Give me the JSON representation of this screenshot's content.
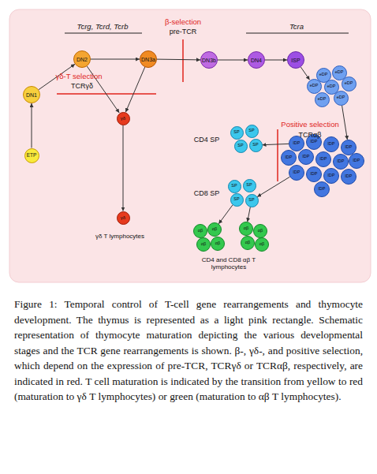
{
  "diagram": {
    "caption": "Figure 1: Temporal control of T-cell gene rearrangements and thymocyte development. The thymus is represented as a light pink rectangle. Schematic representation of thymocyte maturation depicting the various developmental stages and the TCR gene rearrangements is shown. β-, γδ-, and positive selection, which depend on the expression of pre-TCR, TCRγδ or TCRαβ, respectively, are indicated in red. T cell maturation is indicated by the transition from yellow to red (maturation to γδ T lymphocytes) or green (maturation to αβ T lymphocytes).",
    "nodes": [
      {
        "text": [
          "ETP"
        ]
      },
      {
        "text": [
          "DN1"
        ]
      },
      {
        "text": [
          "DN2"
        ]
      },
      {
        "text": [
          "DN3a"
        ]
      },
      {
        "text": [
          "DN3b"
        ]
      },
      {
        "text": [
          "DN4"
        ]
      },
      {
        "text": [
          "ISP"
        ]
      },
      {
        "text": [
          "γδ"
        ]
      },
      {
        "text": [
          "eDP"
        ]
      },
      {
        "text": [
          "eDP"
        ]
      },
      {
        "text": [
          "eDP"
        ]
      },
      {
        "text": [
          "eDP"
        ]
      },
      {
        "text": [
          "eDP"
        ]
      },
      {
        "text": [
          "eDP"
        ]
      },
      {
        "text": [
          "eDP"
        ]
      },
      {
        "text": [
          "lDP"
        ]
      },
      {
        "text": [
          "lDP"
        ]
      },
      {
        "text": [
          "lDP"
        ]
      },
      {
        "text": [
          "lDP"
        ]
      },
      {
        "text": [
          "lDP"
        ]
      },
      {
        "text": [
          "lDP"
        ]
      },
      {
        "text": [
          "lDP"
        ]
      },
      {
        "text": [
          "lDP"
        ]
      },
      {
        "text": [
          "lDP"
        ]
      },
      {
        "text": [
          "lDP"
        ]
      },
      {
        "text": [
          "lDP"
        ]
      },
      {
        "text": [
          "lDP"
        ]
      },
      {
        "text": [
          "lDP"
        ]
      },
      {
        "text": [
          "lDP"
        ]
      },
      {
        "text": [
          "SP"
        ]
      },
      {
        "text": [
          "SP"
        ]
      },
      {
        "text": [
          "SP"
        ]
      },
      {
        "text": [
          "SP"
        ]
      },
      {
        "text": [
          "SP"
        ]
      },
      {
        "text": [
          "SP"
        ]
      },
      {
        "text": [
          "SP"
        ]
      },
      {
        "text": [
          "SP"
        ]
      },
      {
        "text": [
          "γδ"
        ]
      },
      {
        "text": [
          "αβ"
        ]
      },
      {
        "text": [
          "αβ"
        ]
      },
      {
        "text": [
          "αβ"
        ]
      },
      {
        "text": [
          "αβ"
        ]
      },
      {
        "text": [
          "αβ"
        ]
      },
      {
        "text": [
          "αβ"
        ]
      },
      {
        "text": [
          "αβ"
        ]
      },
      {
        "text": [
          "αβ"
        ]
      }
    ],
    "edges": [
      {
        "from": 0,
        "to": 1,
        "arrow": "to"
      },
      {
        "from": 1,
        "to": 2,
        "arrow": "to"
      },
      {
        "from": 2,
        "to": 3,
        "arrow": "to"
      },
      {
        "from": 2,
        "to": 7,
        "arrow": "to"
      },
      {
        "from": 3,
        "to": 7,
        "arrow": "to"
      },
      {
        "from": 3,
        "to": 4,
        "arrow": "to"
      },
      {
        "from": 4,
        "to": 5,
        "arrow": "to"
      },
      {
        "from": 5,
        "to": 6,
        "arrow": "to"
      },
      {
        "from": 6,
        "to": 10,
        "arrow": "to"
      },
      {
        "from": 14,
        "to": 18,
        "arrow": "to"
      },
      {
        "from": 15,
        "to": 32,
        "arrow": "to"
      },
      {
        "from": 24,
        "to": 36,
        "arrow": "to"
      },
      {
        "from": 35,
        "to": 39,
        "arrow": "to"
      },
      {
        "from": 36,
        "to": 42,
        "arrow": "to"
      },
      {
        "from": 7,
        "to": 37,
        "arrow": "to"
      }
    ],
    "labels": [
      "Tcrg, Tcrd, Tcrb",
      "Tcra",
      "β-selection",
      "pre-TCR",
      "γδ-T selection",
      "TCRγδ",
      "Positive selection",
      "TCRαβ",
      "CD4 SP",
      "CD8 SP",
      "γδ T lymphocytes",
      "CD4 and CD8 αβ T lymphocytes"
    ]
  }
}
